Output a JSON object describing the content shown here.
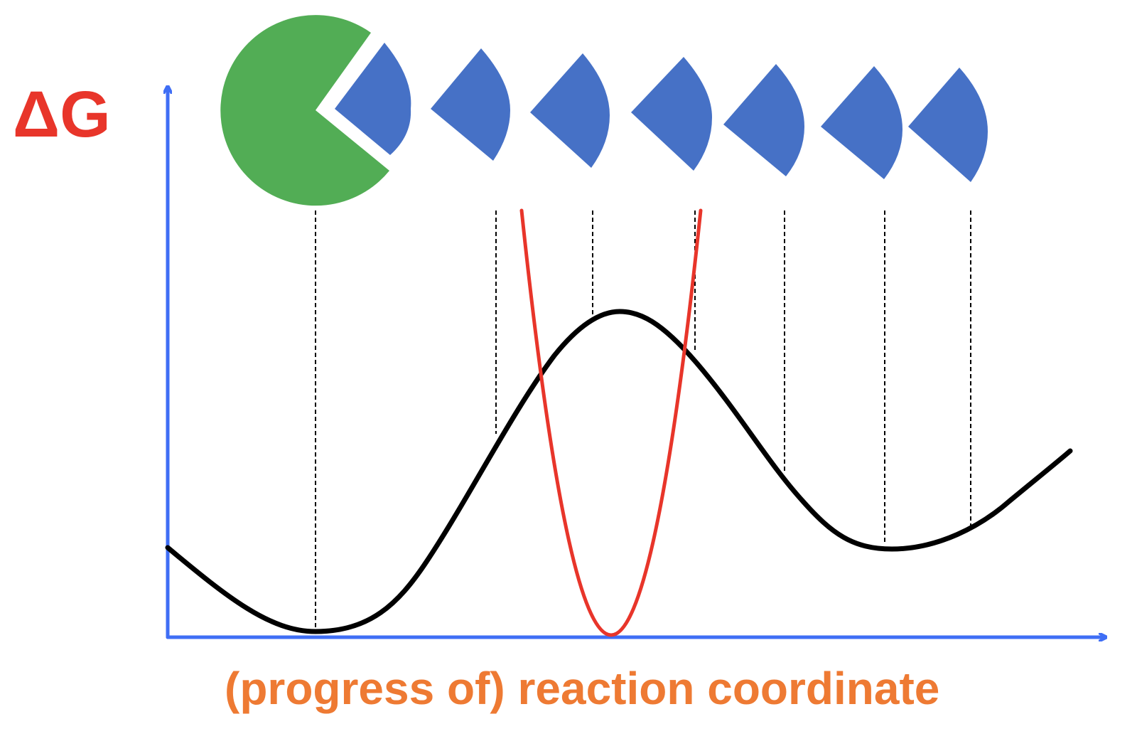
{
  "diagram": {
    "y_axis_label": "ΔG",
    "x_axis_label": "(progress of) reaction coordinate",
    "colors": {
      "axis": "#3f6ef5",
      "y_label": "#e8352a",
      "x_label": "#ee7a33",
      "energy_curve": "#000000",
      "force_curve": "#e8352a",
      "enzyme": "#52ad55",
      "substrate": "#4671c6",
      "guide_lines": "#000000"
    },
    "shapes": {
      "enzyme": "green-pacman-enzyme",
      "substrate": "blue-wedge-substrate",
      "substrate_count": 7
    }
  }
}
